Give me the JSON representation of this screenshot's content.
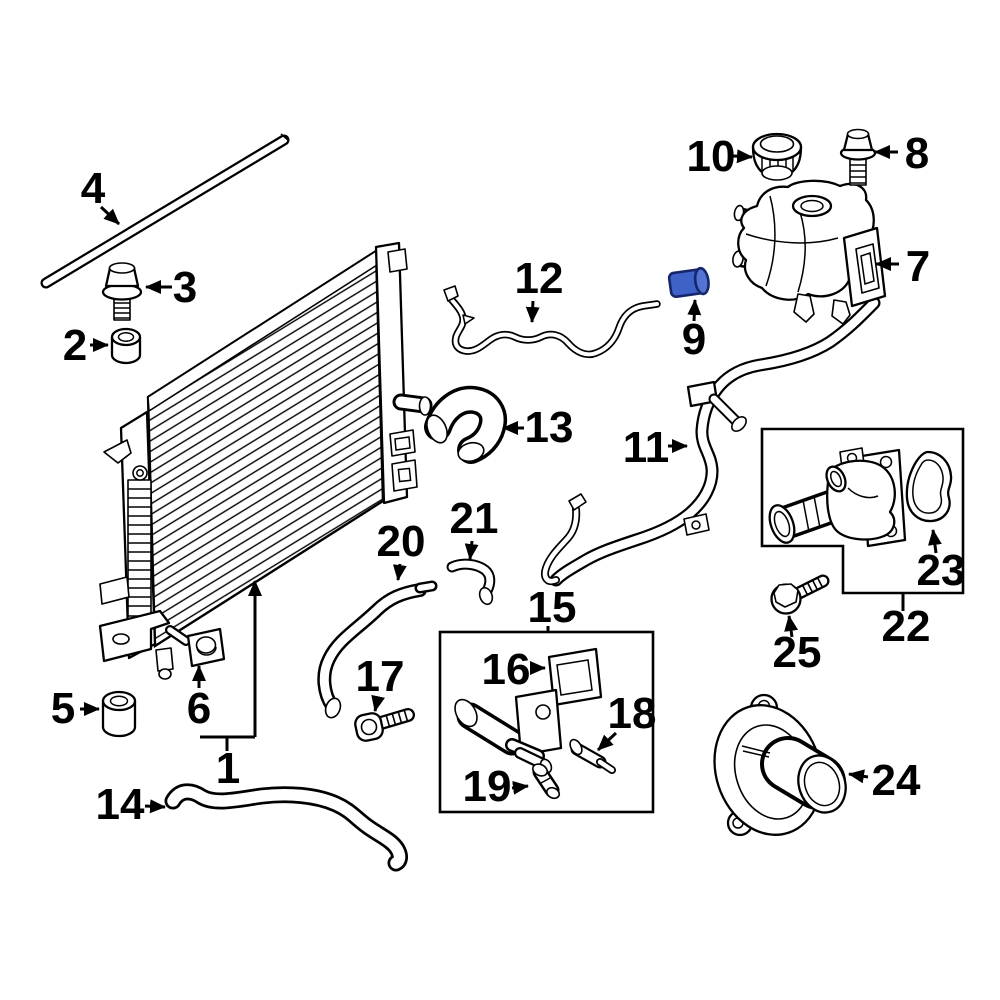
{
  "figure": {
    "type": "exploded-parts-diagram",
    "subject": "engine cooling: radiator, coolant reservoir, hoses, thermostat",
    "background": "#ffffff",
    "line_color": "#000000",
    "highlighted_part_number": "9",
    "highlight_fill": "#3e62c8",
    "highlight_cap_fill": "#5473d3",
    "highlight_stroke": "#15266b"
  },
  "callouts": [
    {
      "number": "1"
    },
    {
      "number": "2"
    },
    {
      "number": "3"
    },
    {
      "number": "4"
    },
    {
      "number": "5"
    },
    {
      "number": "6"
    },
    {
      "number": "7"
    },
    {
      "number": "8"
    },
    {
      "number": "9"
    },
    {
      "number": "10"
    },
    {
      "number": "11"
    },
    {
      "number": "12"
    },
    {
      "number": "13"
    },
    {
      "number": "14"
    },
    {
      "number": "15"
    },
    {
      "number": "16"
    },
    {
      "number": "17"
    },
    {
      "number": "18"
    },
    {
      "number": "19"
    },
    {
      "number": "20"
    },
    {
      "number": "21"
    },
    {
      "number": "22"
    },
    {
      "number": "23"
    },
    {
      "number": "24"
    },
    {
      "number": "25"
    }
  ]
}
